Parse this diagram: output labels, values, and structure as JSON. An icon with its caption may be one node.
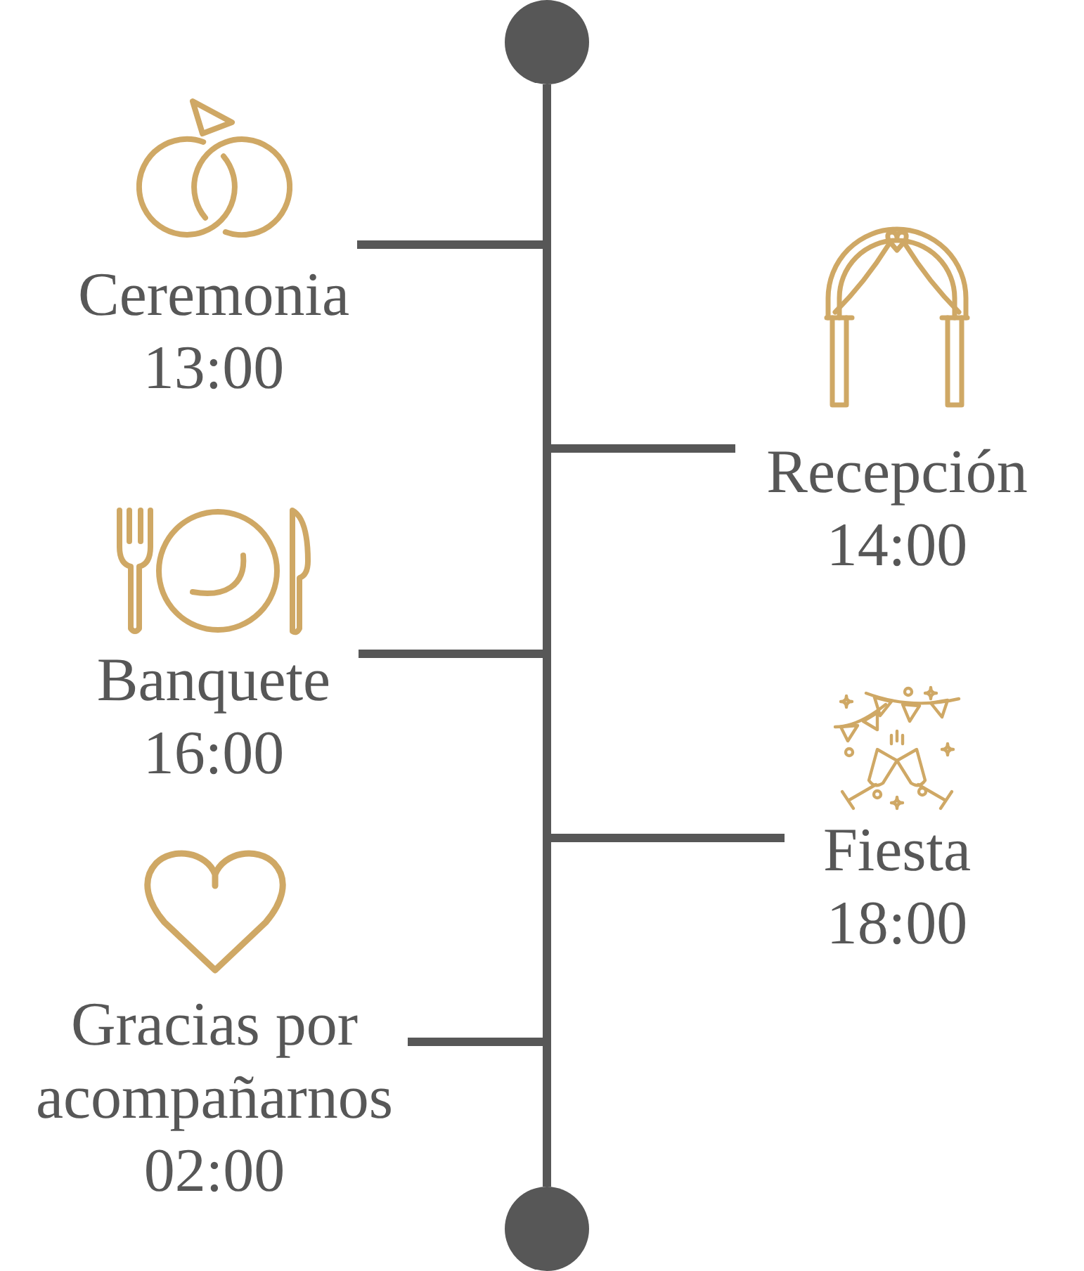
{
  "diagram": {
    "nodes": [
      {
        "text": [],
        "shape": "circle"
      },
      {
        "text": [
          "Ceremonia",
          "13:00"
        ]
      },
      {
        "text": [
          "Recepción",
          "14:00"
        ]
      },
      {
        "text": [
          "Banquete",
          "16:00"
        ]
      },
      {
        "text": [
          "Fiesta",
          "18:00"
        ]
      },
      {
        "text": [
          "Gracias por acompañarnos",
          "02:00"
        ]
      },
      {
        "text": [],
        "shape": "circle"
      }
    ],
    "edges": [
      {
        "from": 0,
        "to": 6,
        "arrow": "none"
      },
      {
        "from": 1,
        "to": null,
        "arrow": "none"
      },
      {
        "from": 2,
        "to": null,
        "arrow": "none"
      },
      {
        "from": 3,
        "to": null,
        "arrow": "none"
      },
      {
        "from": 4,
        "to": null,
        "arrow": "none"
      },
      {
        "from": 5,
        "to": null,
        "arrow": "none"
      }
    ]
  }
}
